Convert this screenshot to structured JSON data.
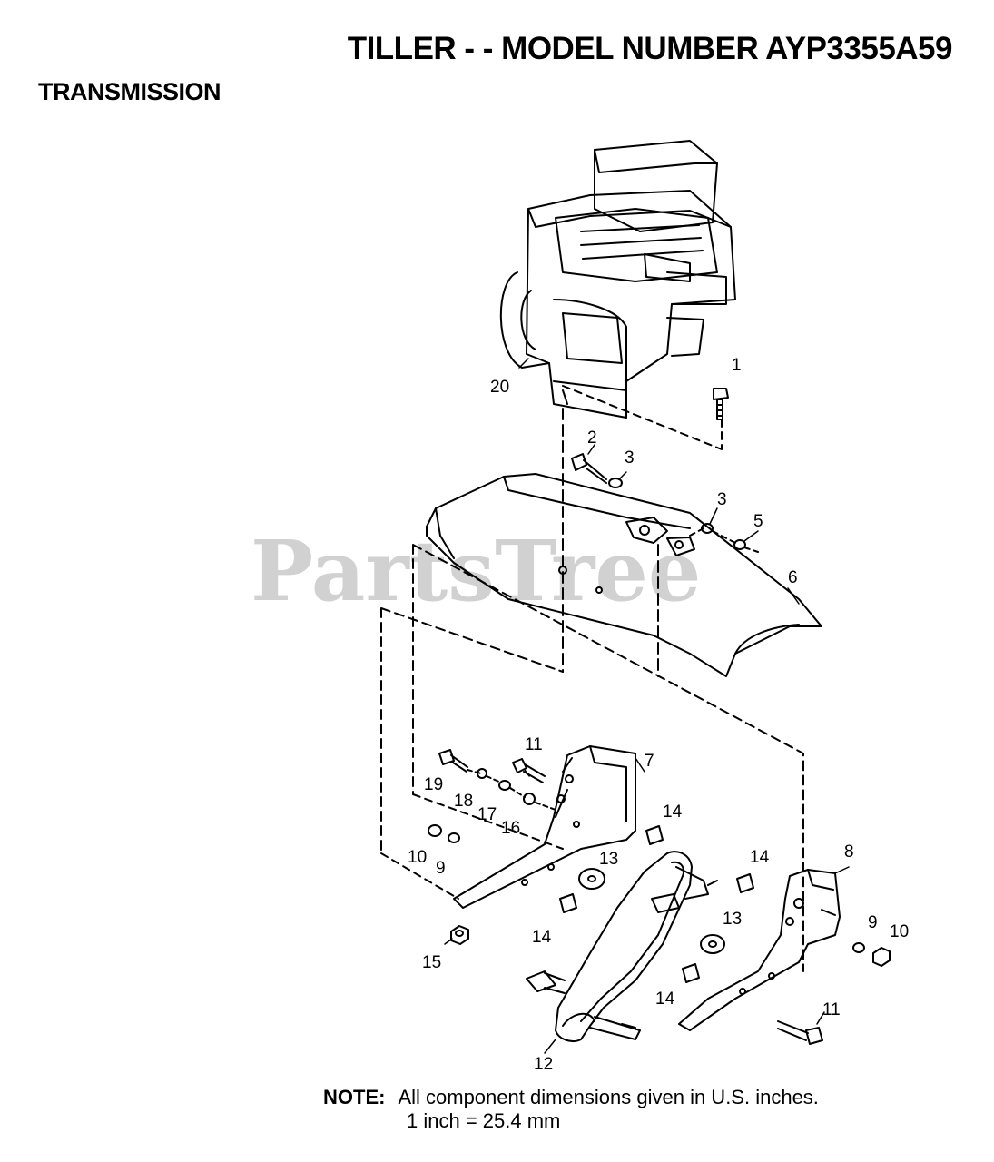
{
  "header": {
    "title": "TILLER - - MODEL NUMBER AYP3355A59",
    "section": "TRANSMISSION"
  },
  "watermark": {
    "text": "PartsTree"
  },
  "note": {
    "label": "NOTE:",
    "line1": "All component dimensions given in U.S. inches.",
    "line2": "1 inch = 25.4 mm"
  },
  "callouts": {
    "c1": "1",
    "c2": "2",
    "c3a": "3",
    "c3b": "3",
    "c5": "5",
    "c6": "6",
    "c7": "7",
    "c8": "8",
    "c9a": "9",
    "c9b": "9",
    "c10a": "10",
    "c10b": "10",
    "c11a": "11",
    "c11b": "11",
    "c12": "12",
    "c13a": "13",
    "c13b": "13",
    "c14a": "14",
    "c14b": "14",
    "c14c": "14",
    "c14d": "14",
    "c15": "15",
    "c16": "16",
    "c17": "17",
    "c18": "18",
    "c19": "19",
    "c20": "20"
  },
  "colors": {
    "ink": "#000000",
    "paper": "#ffffff",
    "watermark": "#c9c9c9"
  }
}
